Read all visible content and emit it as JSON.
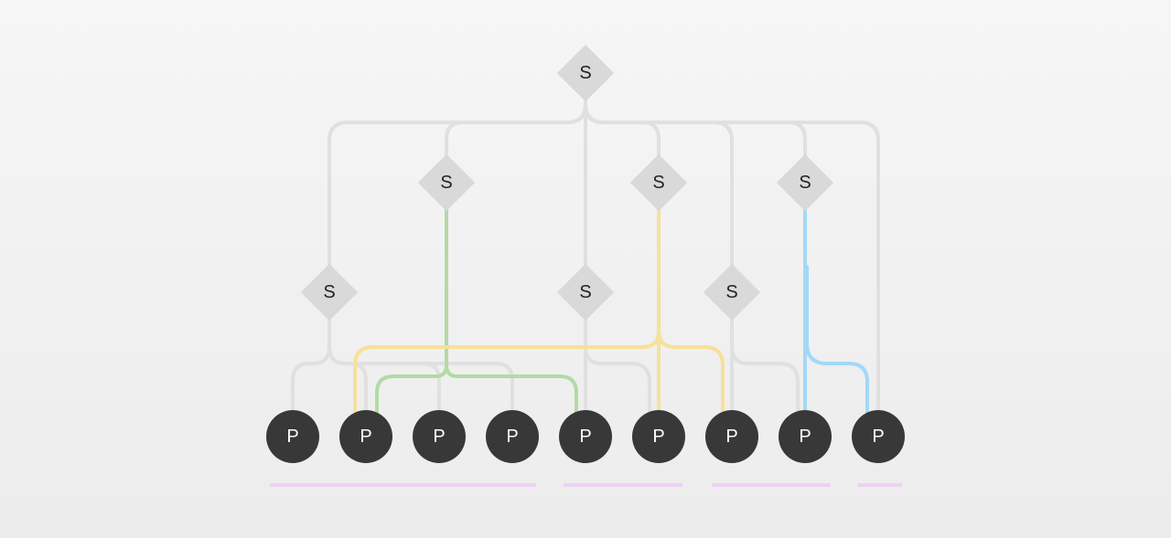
{
  "colors": {
    "grey_edge": "#e0e0e0",
    "green_edge": "#b2dba4",
    "yellow_edge": "#f7e09a",
    "blue_edge": "#a3d8f7",
    "s_node_fill": "#d9d9d9",
    "p_node_fill": "#383838",
    "group_bar": "#ecd2f3"
  },
  "nodes": {
    "s_root": "S",
    "s_l1_a": "S",
    "s_l1_b": "S",
    "s_l1_c": "S",
    "s_l2_a": "S",
    "s_l2_b": "S",
    "s_l2_c": "S",
    "p1": "P",
    "p2": "P",
    "p3": "P",
    "p4": "P",
    "p5": "P",
    "p6": "P",
    "p7": "P",
    "p8": "P",
    "p9": "P"
  }
}
